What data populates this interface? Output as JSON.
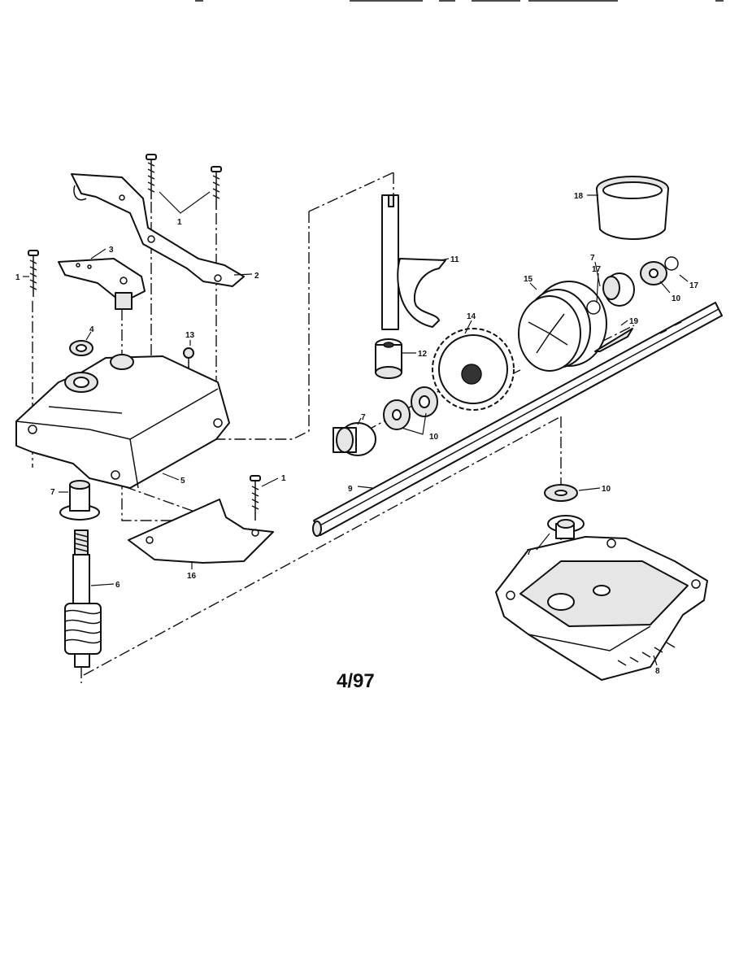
{
  "footer": {
    "date_code": "4/97"
  },
  "callouts": [
    "1",
    "1",
    "2",
    "3",
    "4",
    "13",
    "5",
    "7",
    "6",
    "1",
    "16",
    "11",
    "12",
    "14",
    "15",
    "18",
    "7",
    "17",
    "17",
    "10",
    "19",
    "7",
    "10",
    "9",
    "10",
    "7",
    "8"
  ]
}
